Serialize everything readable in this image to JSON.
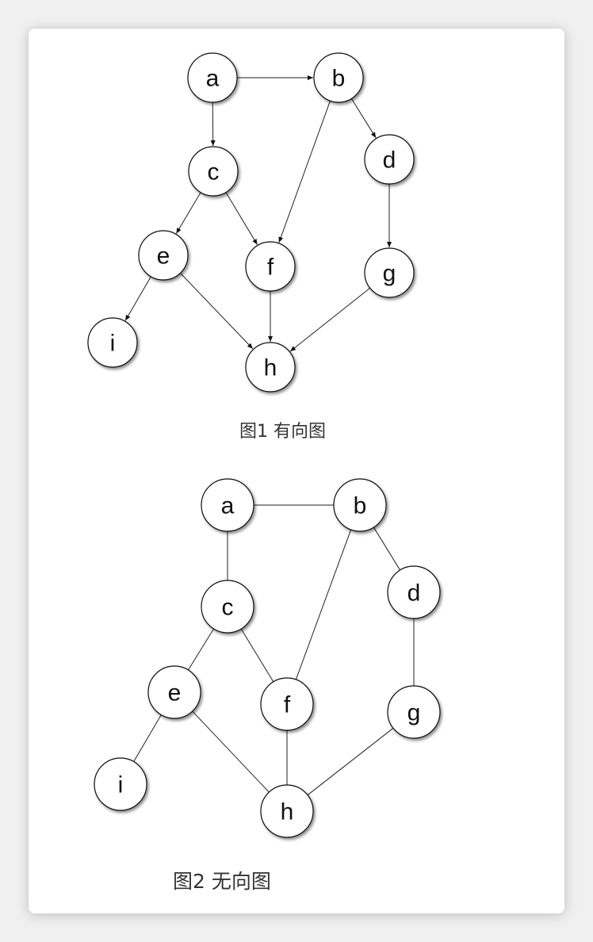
{
  "diagrams": [
    {
      "id": "directed",
      "caption": "图1 有向图",
      "directed": true,
      "nodes": [
        {
          "id": "a",
          "label": "a"
        },
        {
          "id": "b",
          "label": "b"
        },
        {
          "id": "c",
          "label": "c"
        },
        {
          "id": "d",
          "label": "d"
        },
        {
          "id": "e",
          "label": "e"
        },
        {
          "id": "f",
          "label": "f"
        },
        {
          "id": "g",
          "label": "g"
        },
        {
          "id": "i",
          "label": "i"
        },
        {
          "id": "h",
          "label": "h"
        }
      ],
      "edges": [
        [
          "a",
          "b"
        ],
        [
          "a",
          "c"
        ],
        [
          "b",
          "d"
        ],
        [
          "b",
          "f"
        ],
        [
          "c",
          "e"
        ],
        [
          "c",
          "f"
        ],
        [
          "d",
          "g"
        ],
        [
          "e",
          "i"
        ],
        [
          "e",
          "h"
        ],
        [
          "f",
          "h"
        ],
        [
          "g",
          "h"
        ]
      ]
    },
    {
      "id": "undirected",
      "caption": "图2 无向图",
      "directed": false,
      "nodes": [
        {
          "id": "a",
          "label": "a"
        },
        {
          "id": "b",
          "label": "b"
        },
        {
          "id": "c",
          "label": "c"
        },
        {
          "id": "d",
          "label": "d"
        },
        {
          "id": "e",
          "label": "e"
        },
        {
          "id": "f",
          "label": "f"
        },
        {
          "id": "g",
          "label": "g"
        },
        {
          "id": "i",
          "label": "i"
        },
        {
          "id": "h",
          "label": "h"
        }
      ],
      "edges": [
        [
          "a",
          "b"
        ],
        [
          "a",
          "c"
        ],
        [
          "b",
          "d"
        ],
        [
          "b",
          "f"
        ],
        [
          "c",
          "e"
        ],
        [
          "c",
          "f"
        ],
        [
          "d",
          "g"
        ],
        [
          "e",
          "i"
        ],
        [
          "e",
          "h"
        ],
        [
          "f",
          "h"
        ],
        [
          "g",
          "h"
        ]
      ]
    }
  ],
  "colors": {
    "stroke": "#111111",
    "node_fill": "#ffffff",
    "caption": "#333333"
  }
}
